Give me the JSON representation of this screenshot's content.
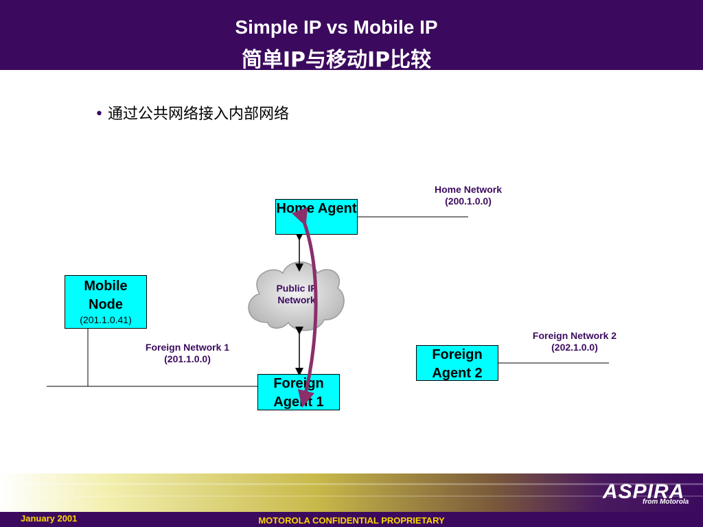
{
  "header": {
    "title_en": "Simple IP vs Mobile IP",
    "title_zh": "简单IP与移动IP比较"
  },
  "bullet": {
    "text": "通过公共网络接入内部网络"
  },
  "diagram": {
    "home_agent": "Home Agent",
    "mobile_node": {
      "name": "Mobile Node",
      "address": "(201.1.0.41)"
    },
    "foreign_agent_1": "Foreign Agent 1",
    "foreign_agent_2": "Foreign Agent 2",
    "cloud": "Public IP Network",
    "home_network": {
      "name": "Home Network",
      "address": "(200.1.0.0)"
    },
    "foreign_network_1": {
      "name": "Foreign Network 1",
      "address": "(201.1.0.0)"
    },
    "foreign_network_2": {
      "name": "Foreign Network 2",
      "address": "(202.1.0.0)"
    }
  },
  "footer": {
    "date": "January 2001",
    "confidential": "MOTOROLA CONFIDENTIAL PROPRIETARY",
    "logo": "ASPIRA",
    "logo_sub": "from Motorola"
  },
  "colors": {
    "header_bg": "#3b0a5e",
    "box_fill": "#00ffff",
    "label_color": "#3b0a5e",
    "arrow_color": "#8b2f6b",
    "footer_text": "#ffd700"
  }
}
